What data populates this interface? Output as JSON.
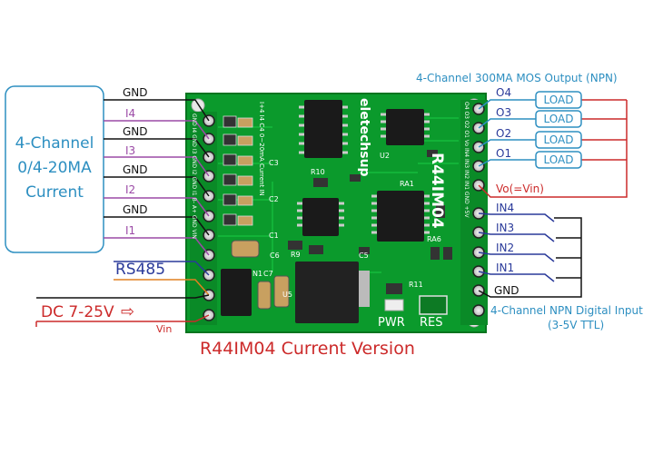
{
  "left_box": {
    "line1": "4-Channel",
    "line2": "0/4-20MA",
    "line3": "Current"
  },
  "inputs": {
    "gnd1": "GND",
    "i4": "I4",
    "gnd2": "GND",
    "i3": "I3",
    "gnd3": "GND",
    "i2": "I2",
    "gnd4": "GND",
    "i1": "I1"
  },
  "rs485": "RS485",
  "power": {
    "dc": "DC 7-25V",
    "arrow": "⇨",
    "vin": "Vin"
  },
  "caption": "R44IM04 Current  Version",
  "output": {
    "header": "4-Channel 300MA MOS Output (NPN)",
    "o4": "O4",
    "o3": "O3",
    "o2": "O2",
    "o1": "O1",
    "load": "LOAD",
    "vo": "Vo(=Vin)"
  },
  "digital": {
    "in4": "IN4",
    "in3": "IN3",
    "in2": "IN2",
    "in1": "IN1",
    "gnd": "GND",
    "line1": "4-Channel NPN Digital Input",
    "line2": "(3-5V TTL)"
  },
  "board": {
    "brand": "eletechsup",
    "model": "R44IM04",
    "pwr": "PWR",
    "res": "RES",
    "silk_current": "I+4 I4   C4  0~20mA Current IN",
    "u2": "U2",
    "r10": "R10",
    "ra1": "RA1",
    "r9": "R9",
    "c5": "C5",
    "ra6": "RA6",
    "n1": "N1",
    "c7": "C7",
    "u5": "U5",
    "r11": "R11",
    "c1": "C1",
    "c2": "C2",
    "c3": "C3",
    "c6": "C6",
    "left_pins": "GND I4 GND I3 GND I2 GND I1 B- A+ GND VIN",
    "right_pins": "O4 O3 O2 O1 Vo IN4 IN3 IN2 IN1 GND +5V"
  },
  "colors": {
    "blue": "#2d8fc1",
    "purple": "#9b4aa6",
    "red": "#cc2a2a",
    "navy": "#2a3a9a",
    "pcb": "#0b9a2c",
    "orange": "#e08020"
  }
}
